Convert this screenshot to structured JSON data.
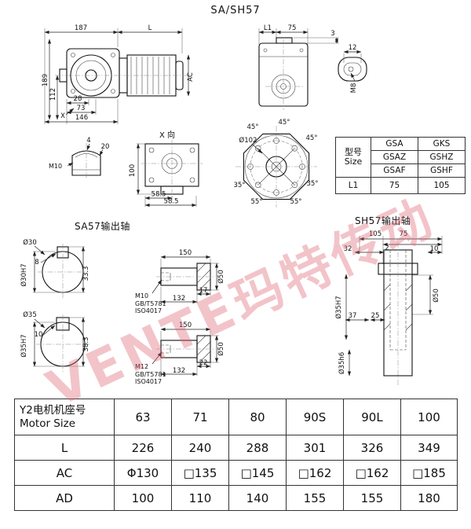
{
  "title": "SA/SH57",
  "watermark": "VENTE玛特传动",
  "main_view": {
    "d187": "187",
    "dL": "L",
    "d189": "189",
    "d112": "112",
    "d28": "28",
    "d73": "73",
    "d146": "146",
    "x_label": "X",
    "dAC": "AC"
  },
  "side_view": {
    "dL1": "L1",
    "d75": "75",
    "d3": "3",
    "d12": "12",
    "m8": "M8"
  },
  "key_view": {
    "d4": "4",
    "d20": "20",
    "m10": "M10"
  },
  "x_view": {
    "label": "X 向",
    "d100": "100",
    "d585a": "58.5",
    "d585b": "58.5"
  },
  "flange_view": {
    "d102": "Ø102",
    "a45a": "45°",
    "a45b": "45°",
    "a45c": "45°",
    "a35a": "35°",
    "a55a": "55°",
    "a55b": "55°",
    "a35b": "35°"
  },
  "size_table": {
    "h_cn": "型号",
    "h_en": "Size",
    "rows": [
      [
        "GSA",
        "GKS"
      ],
      [
        "GSAZ",
        "GSHZ"
      ],
      [
        "GSAF",
        "GSHF"
      ]
    ],
    "l1_label": "L1",
    "l1_gsa": "75",
    "l1_gks": "105"
  },
  "sa57": {
    "label": "SA57输出轴",
    "shaft1": {
      "dia": "Ø30",
      "keyw": "8",
      "bore": "Ø30H7",
      "depth": "33.3",
      "len": "150",
      "seg": "17",
      "body": "132",
      "disc": "Ø50",
      "thread": "M10",
      "std1": "GB/T5781",
      "std2": "ISO4017"
    },
    "shaft2": {
      "dia": "Ø35",
      "keyw": "10",
      "bore": "Ø35H7",
      "depth": "38.3",
      "len": "150",
      "seg": "22",
      "body": "132",
      "disc": "Ø50",
      "thread": "M12",
      "std1": "GB/T5781",
      "std2": "ISO4017"
    }
  },
  "sh57": {
    "label": "SH57输出轴",
    "d105": "105",
    "d75": "75",
    "d32": "32",
    "d2": "2",
    "d10": "10",
    "bore": "Ø35H7",
    "d37": "37",
    "d25": "25",
    "d50": "Ø50",
    "shaft": "Ø35h6"
  },
  "motor_table": {
    "header_cn": "Y2电机机座号",
    "header_en": "Motor Size",
    "sizes": [
      "63",
      "71",
      "80",
      "90S",
      "90L",
      "100"
    ],
    "rows": [
      {
        "label": "L",
        "values": [
          "226",
          "240",
          "288",
          "301",
          "326",
          "349"
        ]
      },
      {
        "label": "AC",
        "values": [
          "Φ130",
          "□135",
          "□145",
          "□162",
          "□162",
          "□185"
        ]
      },
      {
        "label": "AD",
        "values": [
          "100",
          "110",
          "140",
          "155",
          "155",
          "180"
        ]
      }
    ]
  }
}
